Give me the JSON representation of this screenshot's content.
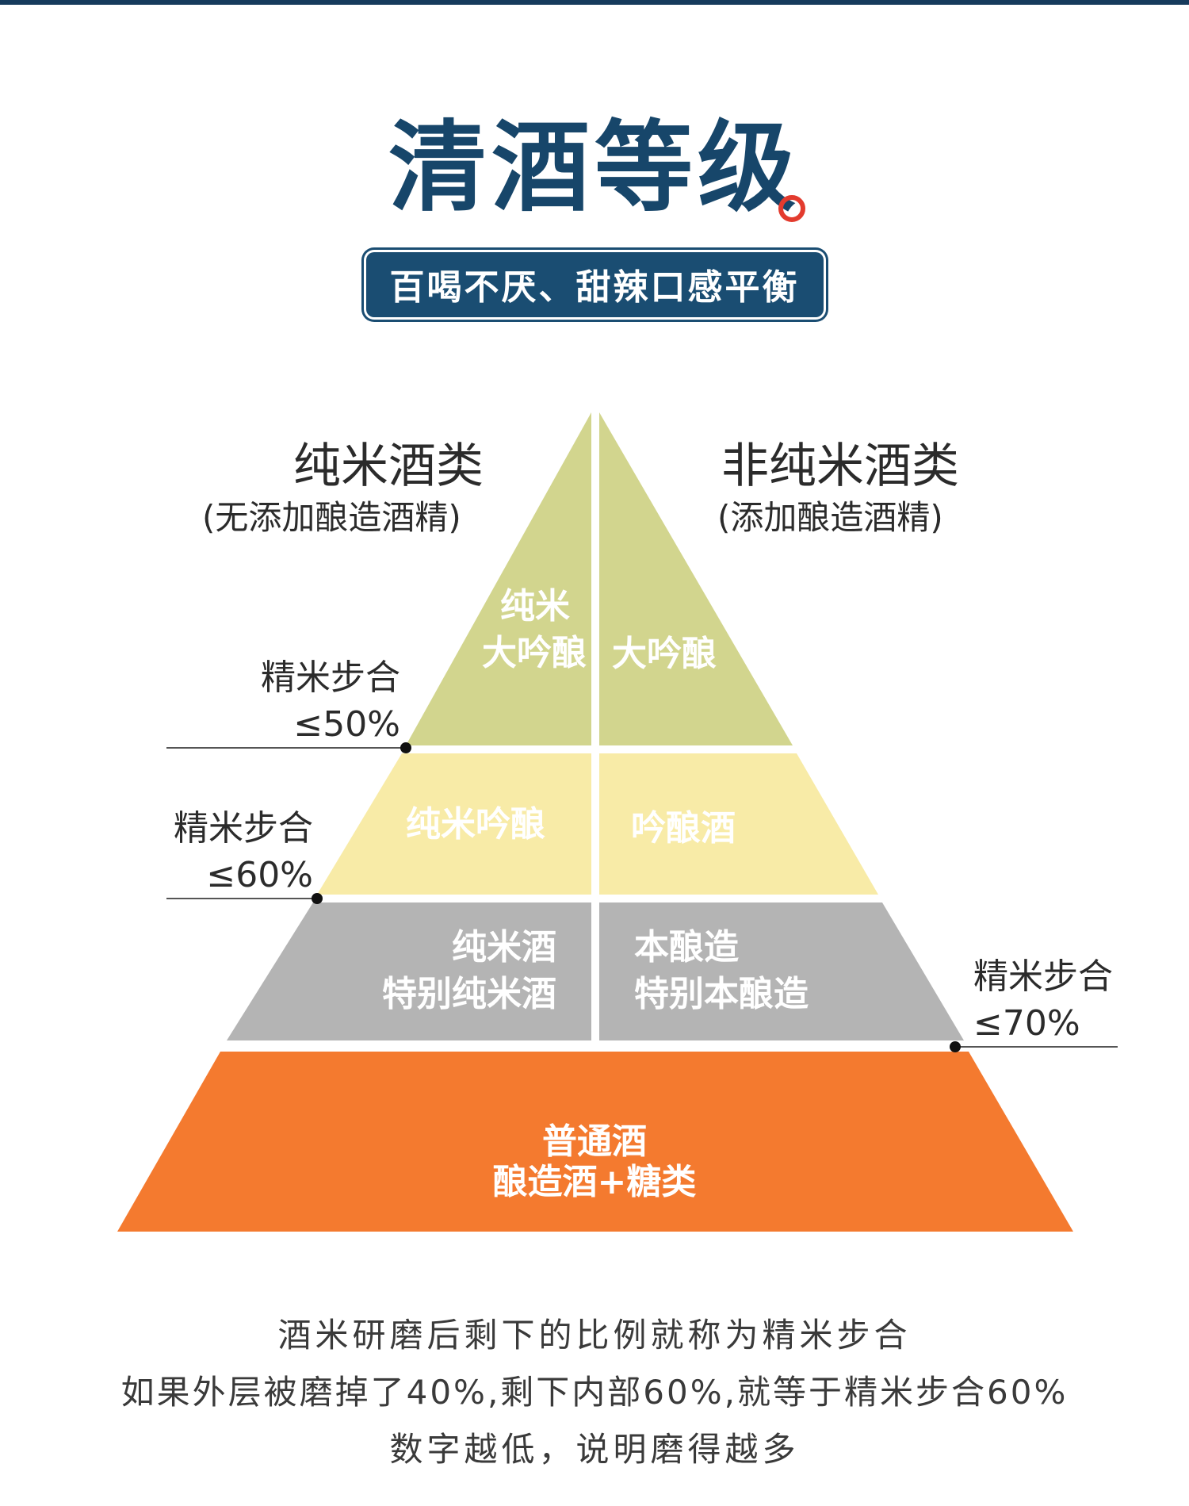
{
  "header": {
    "title": "清酒等级",
    "subtitle": "百喝不厌、甜辣口感平衡"
  },
  "categories": {
    "left_title": "纯米酒类",
    "left_note": "(无添加酿造酒精)",
    "right_title": "非纯米酒类",
    "right_note": "(添加酿造酒精)"
  },
  "tiers": {
    "top_left_line1": "纯米",
    "top_left_line2": "大吟酿",
    "top_right": "大吟酿",
    "second_left": "纯米吟酿",
    "second_right": "吟酿酒",
    "third_left_line1": "纯米酒",
    "third_left_line2": "特别纯米酒",
    "third_right_line1": "本酿造",
    "third_right_line2": "特别本酿造",
    "base_line1": "普通酒",
    "base_line2": "酿造酒+糖类"
  },
  "polishing": {
    "p50_label": "精米步合",
    "p50_value": "≤50%",
    "p60_label": "精米步合",
    "p60_value": "≤60%",
    "p70_label": "精米步合",
    "p70_value": "≤70%"
  },
  "explanation": {
    "line1": "酒米研磨后剩下的比例就称为精米步合",
    "line2": "如果外层被磨掉了40%,剩下内部60%,就等于精米步合60%",
    "line3": "数字越低，说明磨得越多"
  },
  "colors": {
    "title": "#17466a",
    "subtitle_bg": "#1a4d72",
    "tier_top": "#d2d58e",
    "tier_second": "#f8eba7",
    "tier_third": "#b4b4b4",
    "tier_base": "#f47a2f",
    "accent_mark": "#e33b2e"
  }
}
